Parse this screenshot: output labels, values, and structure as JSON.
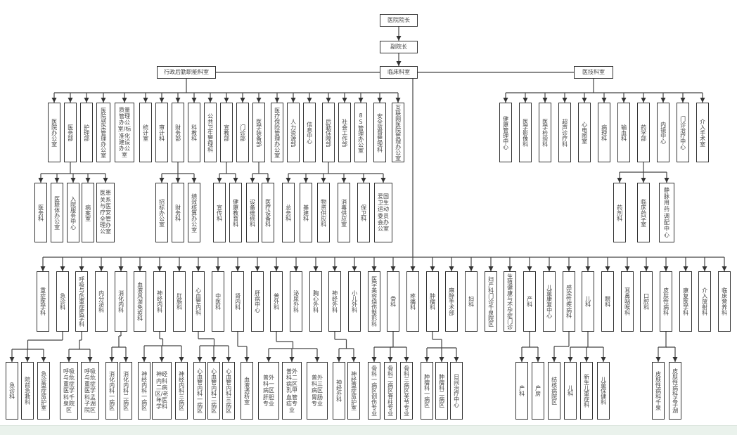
{
  "title": "医院组织架构图",
  "colors": {
    "border": "#333333",
    "text": "#444444",
    "line": "#444444",
    "footer": "#eaf2ec"
  },
  "nodes": {
    "dean": "医院院长",
    "vice": "副院长",
    "admin": "行政后勤职能科室",
    "clinical": "临床科室",
    "medtech": "医技科室",
    "admin_children": [
      "医院办公室",
      "医务部",
      "护理部",
      "医院感染管理办公室",
      "质量管理办公室/标准化建设办公室",
      "统计室",
      "审计科",
      "财务部",
      "科教科",
      "公共卫生管理科",
      "宣教部",
      "门诊部",
      "医学装备部",
      "医疗保险管理办公室",
      "人力资源部",
      "信息中心",
      "后勤保障部",
      "社会工作部",
      "8S管理办公室",
      "安全监督管理科",
      "互联网医院管理办公室"
    ],
    "yiwu_children": [
      "医务科",
      "医联体办公室",
      "入院服务中心",
      "病案室",
      "医患关系与医疗安全管理办公室"
    ],
    "caiwu_children": [
      "招标办公室",
      "财务科",
      "绩效核算办公室"
    ],
    "xuanjiao_children": [
      "宣传科",
      "健康教育科"
    ],
    "zhuangbei_children": [
      "设备维修科",
      "医疗设备科"
    ],
    "houqin_children": [
      "总务科",
      "基建科",
      "物资供应科",
      "消毒供应室",
      "保卫科",
      "爱国卫生运动委员会办公室"
    ],
    "medtech_children": [
      "健康管理中心",
      "医学影像科",
      "医学检验科",
      "超声诊疗科",
      "心电图室",
      "病理科",
      "输血科",
      "药学部",
      "内镜中心",
      "门诊治疗中心",
      "介入手术室"
    ],
    "yaoxue_children": [
      "药剂科",
      "临床药学室",
      "静脉用药调配中心"
    ],
    "clinical_children": [
      "重症医学科",
      "急诊科",
      "呼吸与危重症医学科",
      "内分泌科",
      "消化内科",
      "血液风湿免疫科",
      "神经内科",
      "肛肠科",
      "心血管内科",
      "中医科",
      "肾内科",
      "肝病中心",
      "普外科",
      "泌尿外科",
      "胸心外科",
      "神经外科",
      "小儿外科",
      "医学美容烧伤整形科",
      "骨科",
      "疼痛科",
      "肿瘤科",
      "麻醉手术部",
      "妇科",
      "妇产科门诊千泉院区",
      "生殖健康与不孕症门诊",
      "产科",
      "儿童康复中心",
      "感染性疾病科",
      "儿科",
      "眼科",
      "耳鼻咽喉科",
      "口腔科",
      "皮肤性病科",
      "康复医学科",
      "介入放射科",
      "临床营养科"
    ],
    "jizhen_children": [
      "急诊科",
      "院前急救科",
      "急诊重症监护室"
    ],
    "huxi_children": [
      "呼吸与危重症医学科千泉院区",
      "呼吸与危重症医学科孟子湖院区"
    ],
    "xiaohua_children": [
      "消化内科一病区",
      "消化内科二病区"
    ],
    "shenjing_children": [
      "神经内科一病区",
      "神经内科二病区/老年医学科",
      "神经内科三病区"
    ],
    "xinxueguan_children": [
      "心血管内科一病区",
      "心血管内科二病区",
      "心血管内科三病区"
    ],
    "shennei_children": [
      "血液透析室"
    ],
    "puwai_children": [
      "普外科一病区肝胆专业",
      "普外科二病区乳甲血管疝专业",
      "普外科三病区胃肠专业"
    ],
    "shenwai_children": [
      "神经外科",
      "神经重症监护室"
    ],
    "guke_children": [
      "骨科一病区创伤专业",
      "骨科二病区脊柱专业",
      "骨科三病区关节专业"
    ],
    "zhongliu_children": [
      "肿瘤科一病区",
      "肿瘤科二病区",
      "日间治疗中心"
    ],
    "chanke_children": [
      "产科",
      "产房"
    ],
    "ganran_children": [
      "结核病院区"
    ],
    "erke_children": [
      "儿科",
      "新生儿重症科",
      "儿童保健科"
    ],
    "pifu_children": [
      "皮肤性病科千泉",
      "皮肤性病科孟子湖"
    ]
  }
}
